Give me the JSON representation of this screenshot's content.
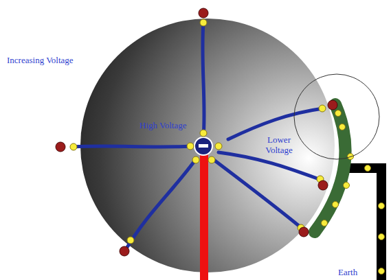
{
  "diagram": {
    "nodes": [
      {
        "text": [
          "High Voltage",
          "Lower Voltage"
        ]
      }
    ],
    "labels": [
      "Increasing Voltage",
      "Earth"
    ]
  }
}
